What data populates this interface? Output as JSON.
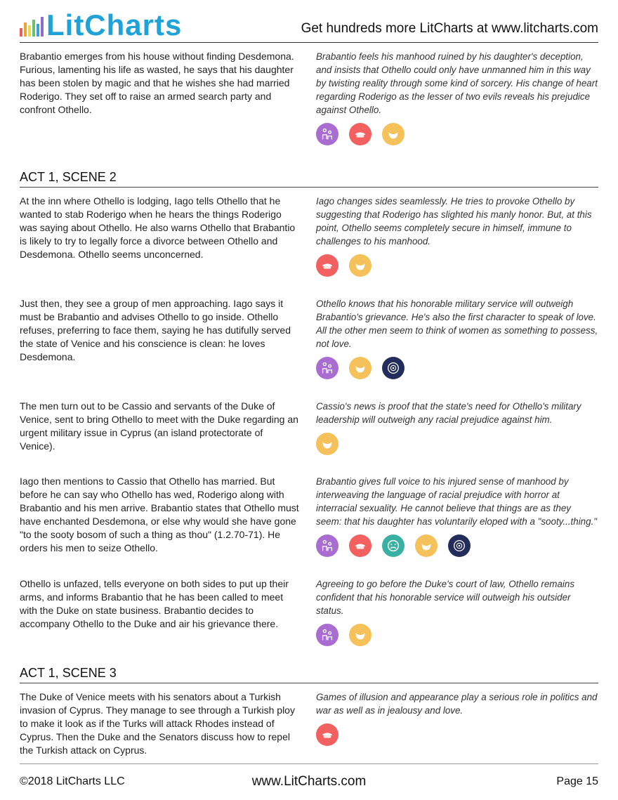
{
  "header": {
    "logo_text": "LitCharts",
    "tagline": "Get hundreds more LitCharts at www.litcharts.com",
    "logo_bar_colors": [
      "#e85d5d",
      "#f0a23c",
      "#f5d54b",
      "#6cc06a",
      "#3aa0d9",
      "#8c6cd0"
    ]
  },
  "theme_colors": {
    "manhood": "#a96cd0",
    "appearance": "#f26060",
    "outsider": "#f4c15a",
    "jealousy": "#39b1a2",
    "love": "#222d5c"
  },
  "intro_row": {
    "summary": "Brabantio emerges from his house without finding Desdemona. Furious, lamenting his life as wasted, he says that his daughter has been stolen by magic and that he wishes she had married Roderigo. They set off to raise an armed search party and confront Othello.",
    "analysis": "Brabantio feels his manhood ruined by his daughter's deception, and insists that Othello could only have unmanned him in this way by twisting reality through some kind of sorcery. His change of heart regarding Roderigo as the lesser of two evils reveals his prejudice against Othello.",
    "icons": [
      "manhood-icon",
      "appearance-icon",
      "outsider-icon"
    ]
  },
  "scene2": {
    "title": "ACT 1, SCENE 2",
    "rows": [
      {
        "summary": "At the inn where Othello is lodging, Iago tells Othello that he wanted to stab Roderigo when he hears the things Roderigo was saying about Othello. He also warns Othello that Brabantio is likely to try to legally force a divorce between Othello and Desdemona. Othello seems unconcerned.",
        "analysis": "Iago changes sides seamlessly. He tries to provoke Othello by suggesting that Roderigo has slighted his manly honor. But, at this point, Othello seems completely secure in himself, immune to challenges to his manhood.",
        "icons": [
          "appearance-icon",
          "outsider-icon"
        ]
      },
      {
        "summary": "Just then, they see a group of men approaching. Iago says it must be Brabantio and advises Othello to go inside. Othello refuses, preferring to face them, saying he has dutifully served the state of Venice and his conscience is clean: he loves Desdemona.",
        "analysis": "Othello knows that his honorable military service will outweigh Brabantio's grievance. He's also the first character to speak of love. All the other men seem to think of women as something to possess, not love.",
        "icons": [
          "manhood-icon",
          "outsider-icon",
          "love-icon"
        ]
      },
      {
        "summary": "The men turn out to be Cassio and servants of the Duke of Venice, sent to bring Othello to meet with the Duke regarding an urgent military issue in Cyprus (an island protectorate of Venice).",
        "analysis": "Cassio's news is proof that the state's need for Othello's military leadership will outweigh any racial prejudice against him.",
        "icons": [
          "outsider-icon"
        ]
      },
      {
        "summary": "Iago then mentions to Cassio that Othello has married. But before he can say who Othello has wed, Roderigo along with Brabantio and his men arrive. Brabantio states that Othello must have enchanted Desdemona, or else why would she have gone \"to the sooty bosom of such a thing as thou\" (1.2.70-71). He orders his men to seize Othello.",
        "analysis": "Brabantio gives full voice to his injured sense of manhood by interweaving the language of racial prejudice with horror at interracial sexuality. He cannot believe that things are as they seem: that his daughter has voluntarily eloped with a \"sooty...thing.\"",
        "icons": [
          "manhood-icon",
          "appearance-icon",
          "jealousy-icon",
          "outsider-icon",
          "love-icon"
        ]
      },
      {
        "summary": "Othello is unfazed, tells everyone on both sides to put up their arms, and informs Brabantio that he has been called to meet with the Duke on state business. Brabantio decides to accompany Othello to the Duke and air his grievance there.",
        "analysis": "Agreeing to go before the Duke's court of law, Othello remains confident that his honorable service will outweigh his outsider status.",
        "icons": [
          "manhood-icon",
          "outsider-icon"
        ]
      }
    ]
  },
  "scene3": {
    "title": "ACT 1, SCENE 3",
    "rows": [
      {
        "summary": "The Duke of Venice meets with his senators about a Turkish invasion of Cyprus. They manage to see through a Turkish ploy to make it look as if the Turks will attack Rhodes instead of Cyprus. Then the Duke and the Senators discuss how to repel the Turkish attack on Cyprus.",
        "analysis": "Games of illusion and appearance play a serious role in politics and war as well as in jealousy and love.",
        "icons": [
          "appearance-icon"
        ]
      }
    ]
  },
  "footer": {
    "copyright": "©2018 LitCharts LLC",
    "site": "www.LitCharts.com",
    "page": "Page 15"
  }
}
